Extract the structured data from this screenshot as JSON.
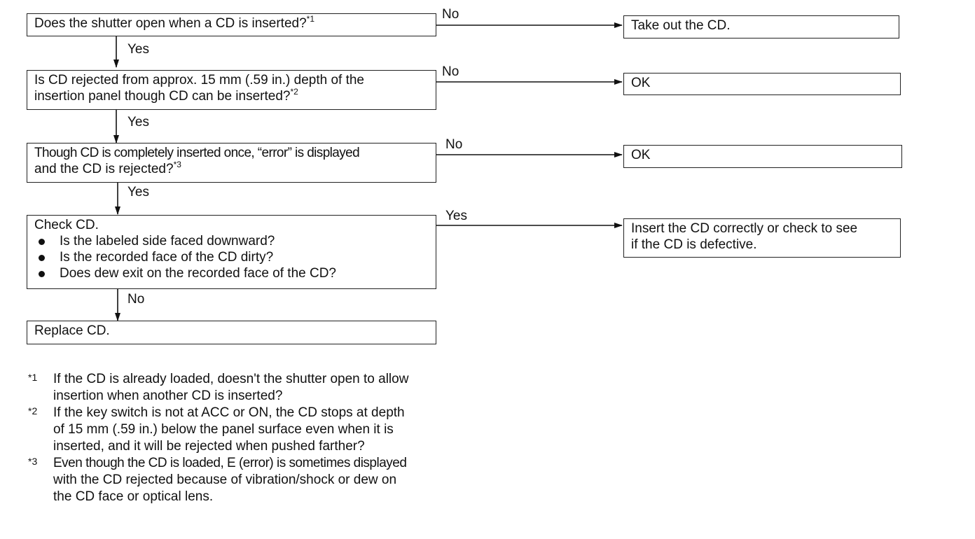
{
  "steps": {
    "q1": {
      "text": "Does the shutter open when a CD is inserted?",
      "ref": "*1"
    },
    "q2": {
      "line1": "Is CD rejected from approx. 15 mm (.59 in.) depth of the",
      "line2": "insertion panel though CD can be inserted?",
      "ref": "*2"
    },
    "q3": {
      "line1": "Though CD is completely inserted once, “error” is displayed",
      "line2": "and the CD is rejected?",
      "ref": "*3"
    },
    "q4": {
      "title": "Check CD.",
      "items": [
        "Is the labeled side faced downward?",
        "Is the recorded face of the CD dirty?",
        "Does dew exit on the recorded face of the CD?"
      ]
    },
    "end": {
      "text": "Replace CD."
    }
  },
  "results": {
    "r1": {
      "text": "Take out the CD."
    },
    "r2": {
      "text": "OK"
    },
    "r3": {
      "text": "OK"
    },
    "r4": {
      "line1": "Insert the CD correctly or check to see",
      "line2": "if the CD is defective."
    }
  },
  "edge_labels": {
    "q1_right": "No",
    "q1_down": "Yes",
    "q2_right": "No",
    "q2_down": "Yes",
    "q3_right": "No",
    "q3_down": "Yes",
    "q4_right": "Yes",
    "q4_down": "No"
  },
  "notes": [
    {
      "mark": "*1",
      "lines": [
        "If the CD is already loaded, doesn't the shutter open to allow",
        "insertion when another CD is inserted?"
      ]
    },
    {
      "mark": "*2",
      "lines": [
        "If the key switch is not at ACC or ON, the CD stops at depth",
        "of 15 mm (.59 in.) below the panel surface even when it is",
        "inserted, and it will be rejected when pushed farther?"
      ]
    },
    {
      "mark": "*3",
      "lines": [
        "Even though the CD is loaded, E (error) is sometimes displayed",
        "with the CD rejected because of vibration/shock or dew on",
        "the CD face or optical lens."
      ]
    }
  ]
}
